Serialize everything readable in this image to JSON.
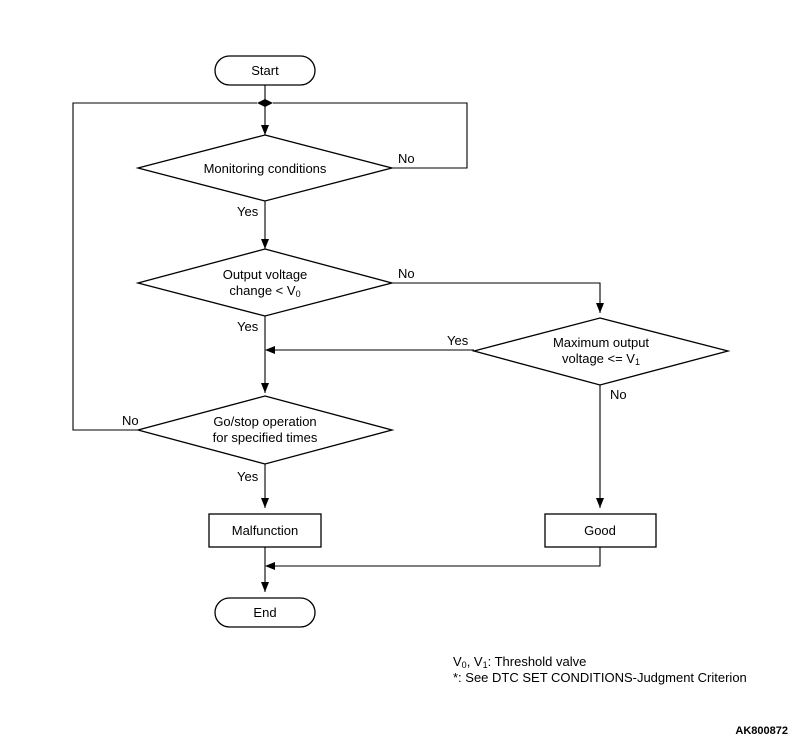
{
  "flowchart": {
    "start": "Start",
    "end": "End",
    "decision_monitoring": "Monitoring conditions",
    "decision_output_line1": "Output voltage",
    "decision_output_line2": "change < V",
    "decision_output_sub": "0",
    "decision_max_line1": "Maximum output",
    "decision_max_line2": "voltage <= V",
    "decision_max_sub": "1",
    "decision_gostop_line1": "Go/stop operation",
    "decision_gostop_line2": "for specified times",
    "process_malfunction": "Malfunction",
    "process_good": "Good",
    "yes": "Yes",
    "no": "No"
  },
  "notes": {
    "threshold_prefix": "V",
    "threshold_sub0": "0",
    "threshold_mid": ", V",
    "threshold_sub1": "1",
    "threshold_suffix": ": Threshold valve",
    "see_dtc": "*: See DTC SET CONDITIONS-Judgment Criterion"
  },
  "figure_code": "AK800872"
}
